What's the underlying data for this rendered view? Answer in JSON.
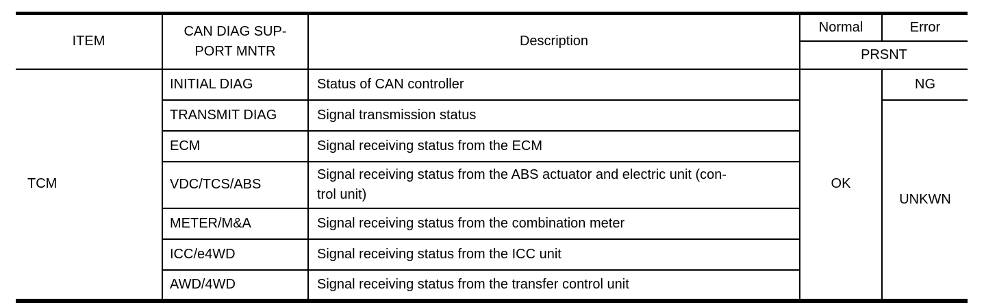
{
  "table": {
    "header": {
      "item": "ITEM",
      "can_diag_lines": [
        "CAN DIAG SUP-",
        "PORT MNTR"
      ],
      "description": "Description",
      "normal": "Normal",
      "error": "Error",
      "prsnt": "PRSNT"
    },
    "item_value": "TCM",
    "normal_value": "OK",
    "error_first_row_value": "NG",
    "error_remaining_rows_value": "UNKWN",
    "rows": [
      {
        "mntr": "INITIAL DIAG",
        "description": "Status of CAN controller"
      },
      {
        "mntr": "TRANSMIT DIAG",
        "description": "Signal transmission status"
      },
      {
        "mntr": "ECM",
        "description": "Signal receiving status from the ECM"
      },
      {
        "mntr": "VDC/TCS/ABS",
        "description_lines": [
          "Signal receiving status from the ABS actuator and electric unit (con-",
          "trol unit)"
        ]
      },
      {
        "mntr": "METER/M&A",
        "description": "Signal receiving status from the combination meter"
      },
      {
        "mntr": "ICC/e4WD",
        "description": "Signal receiving status from the ICC unit"
      },
      {
        "mntr": "AWD/4WD",
        "description": "Signal receiving status from the transfer control unit"
      }
    ]
  }
}
